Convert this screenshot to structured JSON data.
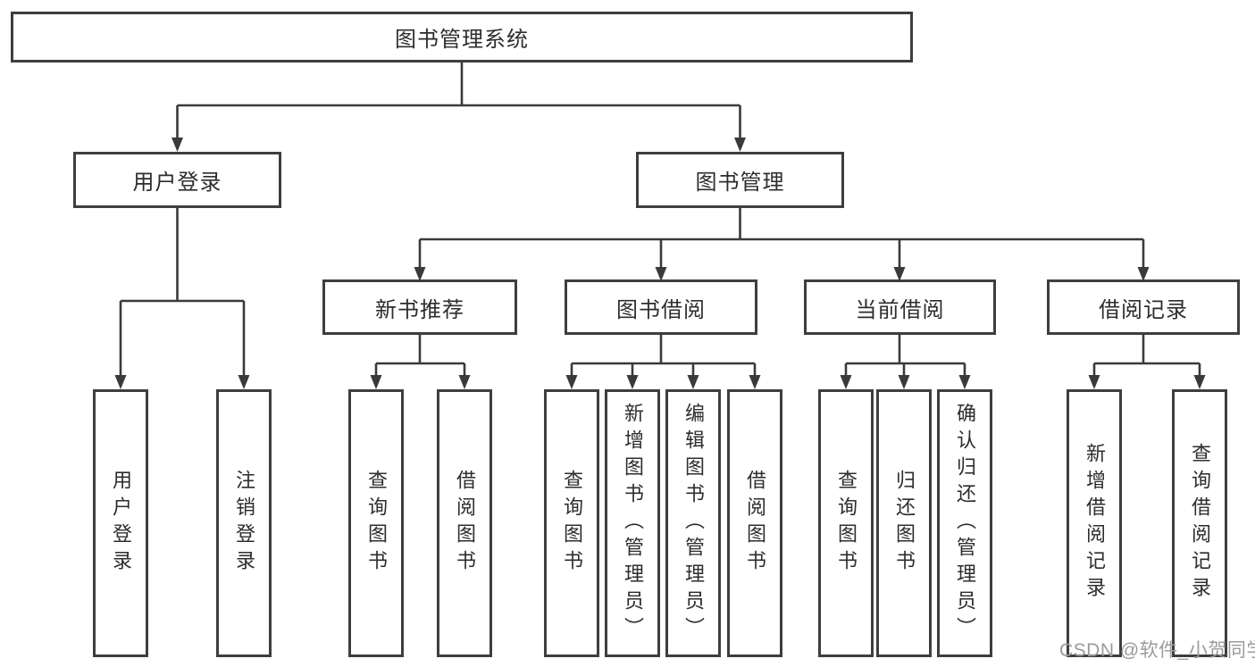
{
  "diagram": {
    "root": {
      "label": "图书管理系统"
    },
    "branches": [
      {
        "label": "用户登录",
        "children": [
          {
            "label": "用户登录"
          },
          {
            "label": "注销登录"
          }
        ]
      },
      {
        "label": "图书管理",
        "groups": [
          {
            "label": "新书推荐",
            "children": [
              {
                "label": "查询图书"
              },
              {
                "label": "借阅图书"
              }
            ]
          },
          {
            "label": "图书借阅",
            "children": [
              {
                "label": "查询图书"
              },
              {
                "label": "新增图书（管理员）"
              },
              {
                "label": "编辑图书（管理员）"
              },
              {
                "label": "借阅图书"
              }
            ]
          },
          {
            "label": "当前借阅",
            "children": [
              {
                "label": "查询图书"
              },
              {
                "label": "归还图书"
              },
              {
                "label": "确认归还（管理员）"
              }
            ]
          },
          {
            "label": "借阅记录",
            "children": [
              {
                "label": "新增借阅记录"
              },
              {
                "label": "查询借阅记录"
              }
            ]
          }
        ]
      }
    ]
  },
  "watermark": {
    "text": "CSDN @软件_小贺同学"
  },
  "colors": {
    "line": "#3a3a3a",
    "border": "#3e3e3e",
    "text": "#2d2d2d",
    "watermark": "#9b9b9b"
  }
}
